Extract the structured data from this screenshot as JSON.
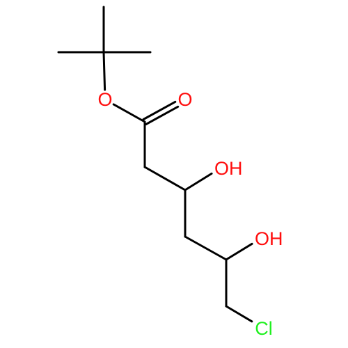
{
  "molecule": {
    "atoms": [
      {
        "id": "c_me_top",
        "element": "C",
        "label": ""
      },
      {
        "id": "c_me_left",
        "element": "C",
        "label": ""
      },
      {
        "id": "c_me_right",
        "element": "C",
        "label": ""
      },
      {
        "id": "c_quat",
        "element": "C",
        "label": ""
      },
      {
        "id": "o_ester",
        "element": "O",
        "label": "O"
      },
      {
        "id": "c_carbonyl",
        "element": "C",
        "label": ""
      },
      {
        "id": "o_carbonyl",
        "element": "O",
        "label": "O"
      },
      {
        "id": "c_ch2_a",
        "element": "C",
        "label": ""
      },
      {
        "id": "c_choh_3",
        "element": "C",
        "label": ""
      },
      {
        "id": "o_hydroxyl_3",
        "element": "O",
        "label": "OH"
      },
      {
        "id": "c_ch2_b",
        "element": "C",
        "label": ""
      },
      {
        "id": "c_choh_5",
        "element": "C",
        "label": ""
      },
      {
        "id": "o_hydroxyl_5",
        "element": "O",
        "label": "OH"
      },
      {
        "id": "c_ch2cl",
        "element": "C",
        "label": ""
      },
      {
        "id": "cl",
        "element": "Cl",
        "label": "Cl"
      }
    ],
    "bonds": [
      {
        "from": "c_me_top",
        "to": "c_quat",
        "order": 1
      },
      {
        "from": "c_me_left",
        "to": "c_quat",
        "order": 1
      },
      {
        "from": "c_me_right",
        "to": "c_quat",
        "order": 1
      },
      {
        "from": "c_quat",
        "to": "o_ester",
        "order": 1
      },
      {
        "from": "o_ester",
        "to": "c_carbonyl",
        "order": 1
      },
      {
        "from": "c_carbonyl",
        "to": "o_carbonyl",
        "order": 2
      },
      {
        "from": "c_carbonyl",
        "to": "c_ch2_a",
        "order": 1
      },
      {
        "from": "c_ch2_a",
        "to": "c_choh_3",
        "order": 1
      },
      {
        "from": "c_choh_3",
        "to": "o_hydroxyl_3",
        "order": 1
      },
      {
        "from": "c_choh_3",
        "to": "c_ch2_b",
        "order": 1
      },
      {
        "from": "c_ch2_b",
        "to": "c_choh_5",
        "order": 1
      },
      {
        "from": "c_choh_5",
        "to": "o_hydroxyl_5",
        "order": 1
      },
      {
        "from": "c_choh_5",
        "to": "c_ch2cl",
        "order": 1
      },
      {
        "from": "c_ch2cl",
        "to": "cl",
        "order": 1
      }
    ]
  },
  "colors": {
    "bond": "#000000",
    "O": "#ff0d0d",
    "Cl": "#1ff01f"
  }
}
